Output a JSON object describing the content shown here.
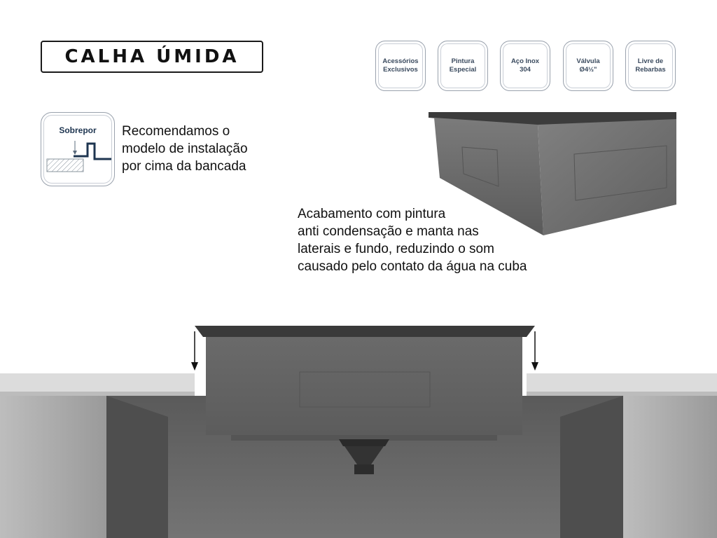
{
  "title": "CALHA ÚMIDA",
  "badges": [
    {
      "label": "Acessórios\nExclusivos"
    },
    {
      "label": "Pintura\nEspecial"
    },
    {
      "label": "Aço Inox\n304"
    },
    {
      "label": "Válvula\nØ4½\""
    },
    {
      "label": "Livre de\nRebarbas"
    }
  ],
  "installation": {
    "label": "Sobrepor",
    "lines": [
      "Recomendamos o",
      "modelo de instalação",
      "por cima da bancada"
    ]
  },
  "finish": {
    "lines": [
      "Acabamento com pintura",
      "anti condensação e manta nas",
      "laterais e fundo, reduzindo o som",
      "causado pelo contato da água na cuba"
    ]
  },
  "colors": {
    "badge_text": "#3a4a5e",
    "install_icon": "#1e3550",
    "sink_body": "#6e6e6e",
    "counter": "#d9d9d9"
  }
}
